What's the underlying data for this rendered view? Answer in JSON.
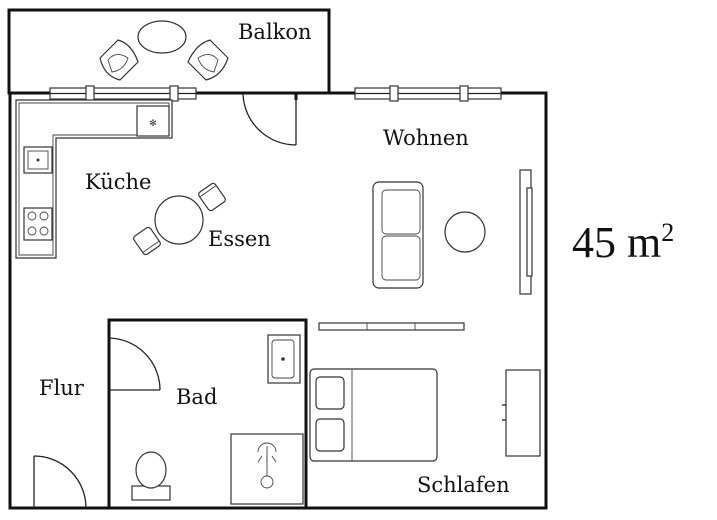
{
  "rooms": {
    "balkon": "Balkon",
    "kueche": "Küche",
    "essen": "Essen",
    "wohnen": "Wohnen",
    "flur": "Flur",
    "bad": "Bad",
    "schlafen": "Schlafen"
  },
  "area": {
    "value": "45 m",
    "superscript": "2"
  }
}
